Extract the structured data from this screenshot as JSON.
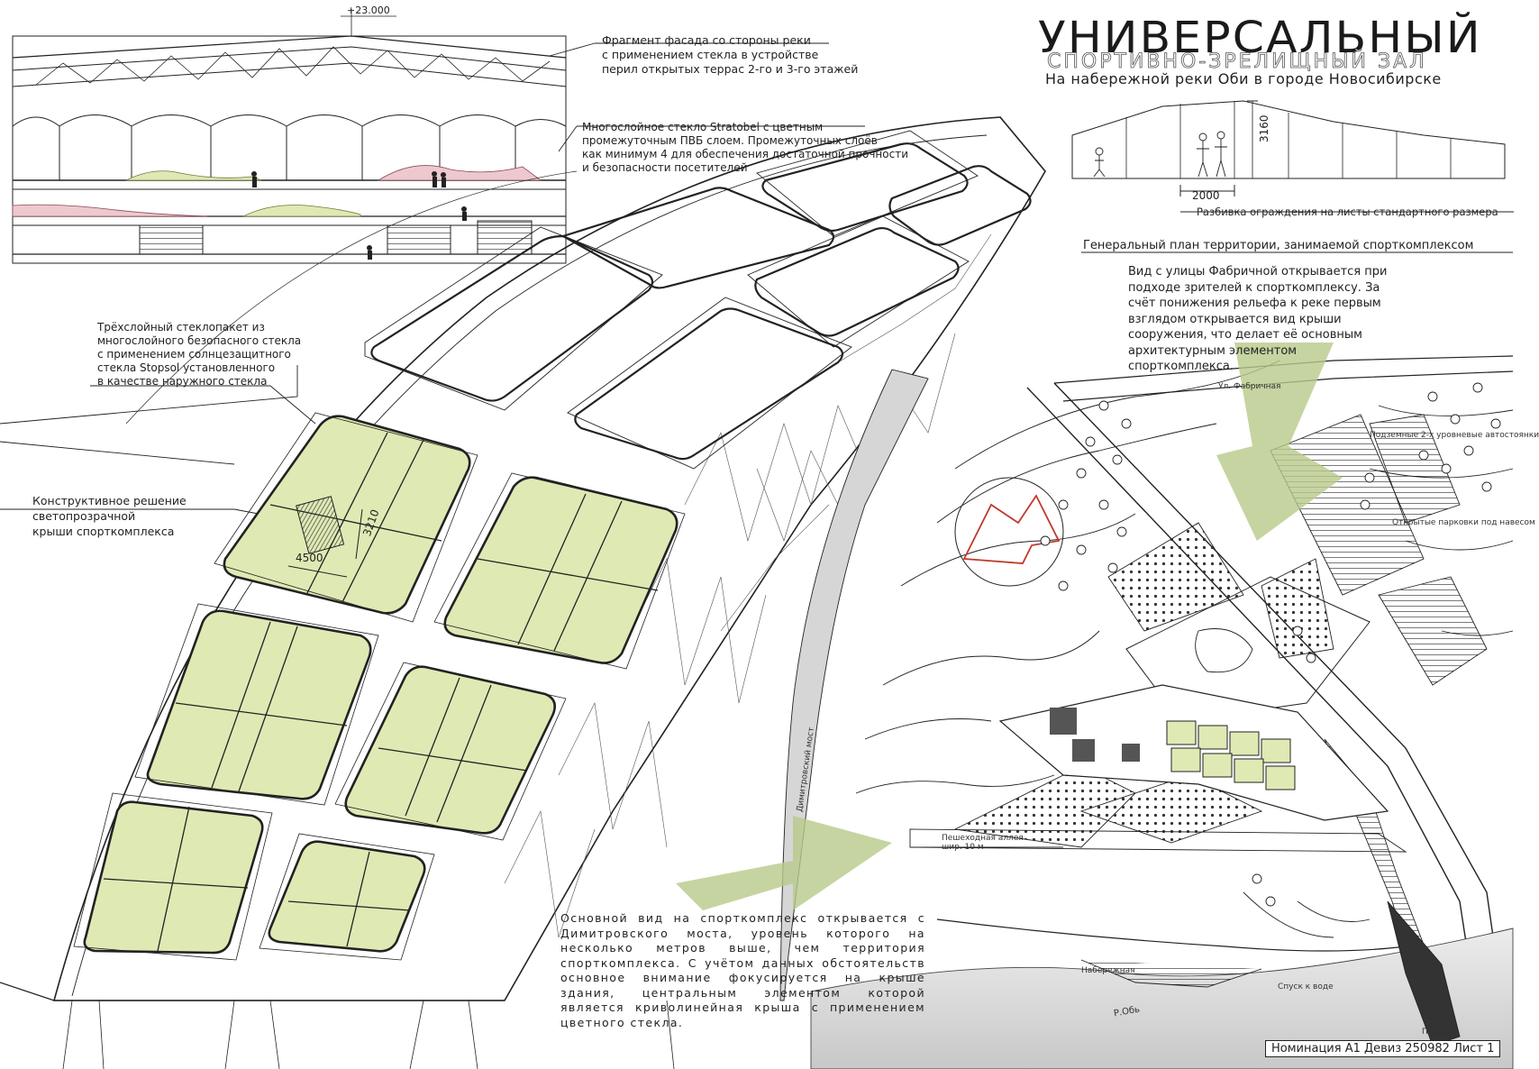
{
  "title": {
    "main": "УНИВЕРСАЛЬНЫЙ",
    "sub": "СПОРТИВНО-ЗРЕЛИЩНЫЙ ЗАЛ",
    "location": "На набережной реки Оби в городе Новосибирске"
  },
  "facade": {
    "elevation": "+23.000",
    "caption": [
      "Фрагмент фасада со стороны реки",
      "с применением стекла в устройстве",
      "перил открытых террас 2-го и 3-го этажей"
    ]
  },
  "annotations": {
    "stratobel": [
      "Многослойное стекло Stratobel с цветным",
      "промежуточным ПВБ слоем. Промежуточных слоёв",
      "как минимум 4 для обеспечения достаточной прочности",
      "и безопасности посетителей"
    ],
    "triple_glass": [
      "Трёхслойный стеклопакет из",
      "многослойного безопасного стекла",
      "с применением солнцезащитного",
      "стекла Stopsol установленного",
      "в качестве наружного стекла"
    ],
    "roof_solution": [
      "Конструктивное решение",
      "светопрозрачной",
      "крыши спорткомплекса"
    ]
  },
  "roof_dims": {
    "width": "4500",
    "depth": "3210"
  },
  "fence": {
    "height": "3160",
    "panel": "2000",
    "caption": "Разбивка ограждения на листы стандартного размера"
  },
  "genplan": {
    "title": "Генеральный план территории, занимаемой спорткомплексом",
    "fabrichnaya_view": "Вид с улицы Фабричной открывается при подходе зрителей к спорткомплексу. За счёт понижения рельефа к реке первым взглядом открывается вид крыши сооружения, что делает её основным архитектурным элементом спорткомплекса.",
    "labels": {
      "street": "Ул. Фабричная",
      "bridge": "Димитровский мост",
      "river": "Р.Обь",
      "alley": "Пешеходная аллея",
      "alley_width": "шир. 10 м",
      "parking_under": "Подземные 2-х уровневые автостоянки",
      "parking_open": "Открытые парковки под навесом",
      "embankment": "Набережная",
      "descent": "Спуск к воде",
      "pier": "Причал"
    }
  },
  "main_view_text": "Основной вид на спорткомплекс открывается с Димитровского моста, уровень которого на несколько метров выше, чем территория спорткомплекса. С учётом данных обстоятельств основное внимание фокусируется на крыше здания, центральным элементом которой является криволинейная крыша с применением цветного стекла.",
  "footer": "Номинация А1 Девиз 250982 Лист 1",
  "colors": {
    "glass_green": "#dfe9b4",
    "arrow_green": "#b8c98a",
    "river_gray": "#d6d6d6",
    "line": "#222222",
    "accent_red": "#c0392b"
  }
}
